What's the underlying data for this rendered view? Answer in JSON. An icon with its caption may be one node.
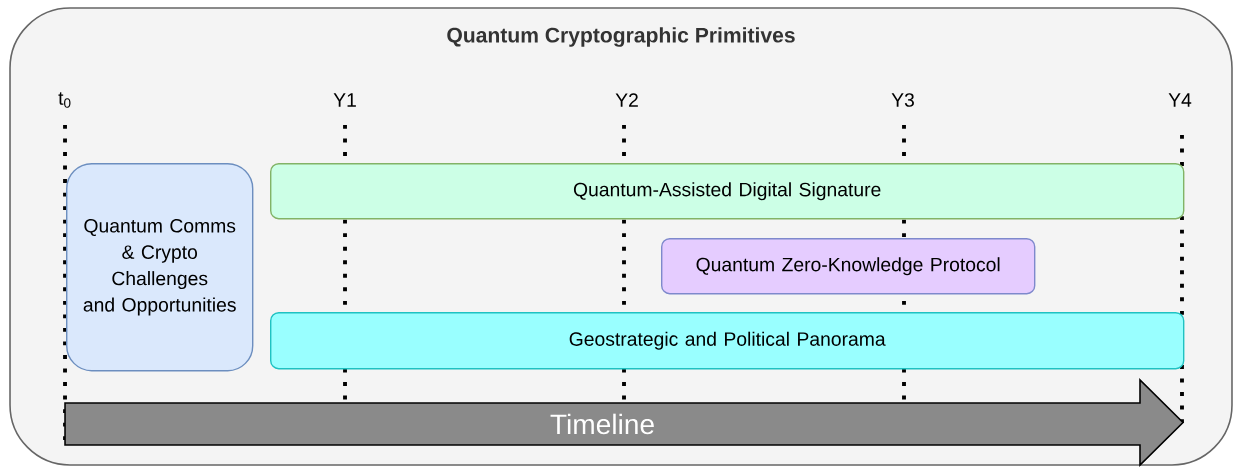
{
  "diagram": {
    "nodes": [
      {
        "text": [
          "Quantum Cryptographic Primitives"
        ]
      },
      {
        "text": [
          "Quantum Comms & Crypto Challenges and Opportunities"
        ],
        "in": 0
      },
      {
        "text": [
          "Quantum-Assisted Digital Signature"
        ],
        "in": 0
      },
      {
        "text": [
          "Quantum Zero-Knowledge Protocol"
        ],
        "in": 0
      },
      {
        "text": [
          "Geostrategic and Political Panorama"
        ],
        "in": 0
      },
      {
        "text": [
          "Timeline"
        ],
        "in": 0
      }
    ],
    "edges": [],
    "labels": [
      "t$_{0}$",
      "Y1",
      "Y2",
      "Y3",
      "Y4"
    ]
  }
}
